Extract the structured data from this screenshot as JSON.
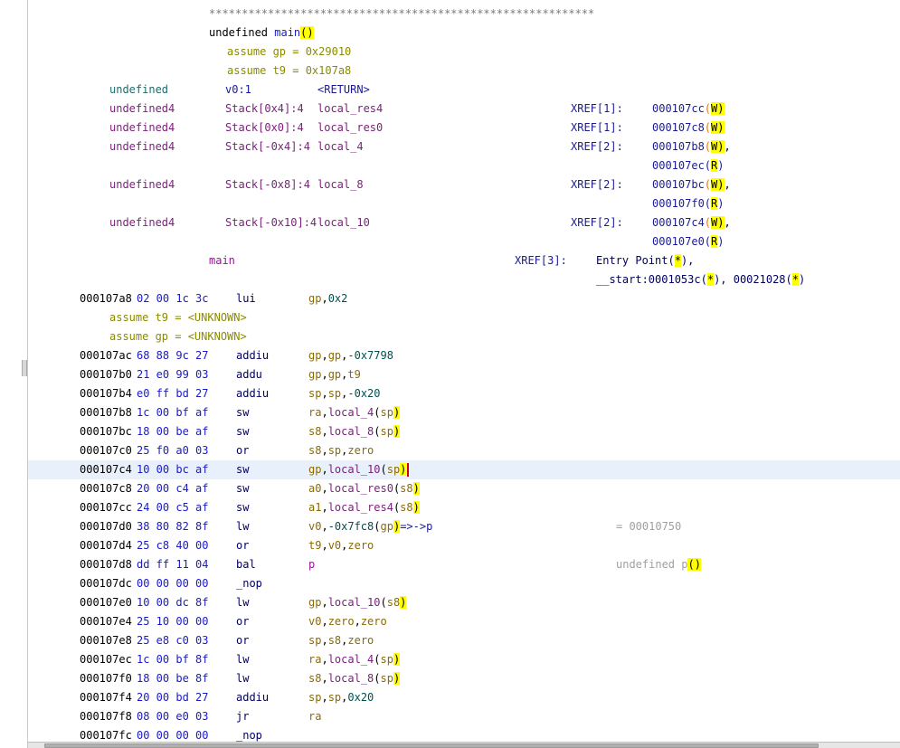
{
  "plate": {
    "stars": "***********************************************************",
    "signature": [
      {
        "text": "undefined ",
        "cls": "k-def"
      },
      {
        "text": "main",
        "cls": "k-fn"
      },
      {
        "text": "()",
        "cls": "hl"
      }
    ],
    "assume_gp": "assume gp = 0x29010",
    "assume_t9": "assume t9 = 0x107a8"
  },
  "vars": [
    {
      "type": "undefined",
      "storage": "v0:1",
      "name": "<RETURN>",
      "xref": "",
      "xaddrs": []
    },
    {
      "type": "undefined4",
      "storage": "Stack[0x4]:4",
      "name": "local_res4",
      "xref": "XREF[1]:",
      "xaddrs": [
        {
          "addr": "000107cc",
          "tag": "W"
        }
      ]
    },
    {
      "type": "undefined4",
      "storage": "Stack[0x0]:4",
      "name": "local_res0",
      "xref": "XREF[1]:",
      "xaddrs": [
        {
          "addr": "000107c8",
          "tag": "W"
        }
      ]
    },
    {
      "type": "undefined4",
      "storage": "Stack[-0x4]:4",
      "name": "local_4",
      "xref": "XREF[2]:",
      "xaddrs": [
        {
          "addr": "000107b8",
          "tag": "W",
          "sep": ","
        },
        {
          "addr": "000107ec",
          "tag": "R"
        }
      ]
    },
    {
      "type": "undefined4",
      "storage": "Stack[-0x8]:4",
      "name": "local_8",
      "xref": "XREF[2]:",
      "xaddrs": [
        {
          "addr": "000107bc",
          "tag": "W",
          "sep": ","
        },
        {
          "addr": "000107f0",
          "tag": "R"
        }
      ]
    },
    {
      "type": "undefined4",
      "storage": "Stack[-0x10]:4",
      "name": "local_10",
      "xref": "XREF[2]:",
      "xaddrs": [
        {
          "addr": "000107c4",
          "tag": "W",
          "sep": ","
        },
        {
          "addr": "000107e0",
          "tag": "R"
        }
      ]
    }
  ],
  "label": {
    "name": "main",
    "xref": "XREF[3]:",
    "refs1": [
      {
        "text": "Entry Point",
        "cls": "k-ep"
      },
      {
        "text": "(",
        "cls": "k-ep"
      },
      {
        "text": "*",
        "cls": "hl"
      },
      {
        "text": "),",
        "cls": "k-ep"
      }
    ],
    "refs2": [
      {
        "text": "__start:0001053c",
        "cls": "k-ep"
      },
      {
        "text": "(",
        "cls": "k-ep"
      },
      {
        "text": "*",
        "cls": "hl"
      },
      {
        "text": "), 00021028",
        "cls": "k-ep"
      },
      {
        "text": "(",
        "cls": "k-ep"
      },
      {
        "text": "*",
        "cls": "hl"
      },
      {
        "text": ")",
        "cls": "k-ep"
      }
    ]
  },
  "instructions": [
    {
      "addr": "000107a8",
      "bytes": "02 00 1c 3c",
      "mn": "lui",
      "ops": [
        {
          "text": "gp",
          "cls": "k-reg"
        },
        {
          "text": ",",
          "cls": "k-def"
        },
        {
          "text": "0x2",
          "cls": "k-imm"
        }
      ]
    },
    {
      "assume": "assume t9 = <UNKNOWN>"
    },
    {
      "assume": "assume gp = <UNKNOWN>"
    },
    {
      "addr": "000107ac",
      "bytes": "68 88 9c 27",
      "mn": "addiu",
      "ops": [
        {
          "text": "gp",
          "cls": "k-reg"
        },
        {
          "text": ",",
          "cls": "k-def"
        },
        {
          "text": "gp",
          "cls": "k-reg"
        },
        {
          "text": ",",
          "cls": "k-def"
        },
        {
          "text": "-0x7798",
          "cls": "k-imm"
        }
      ]
    },
    {
      "addr": "000107b0",
      "bytes": "21 e0 99 03",
      "mn": "addu",
      "ops": [
        {
          "text": "gp",
          "cls": "k-reg"
        },
        {
          "text": ",",
          "cls": "k-def"
        },
        {
          "text": "gp",
          "cls": "k-reg"
        },
        {
          "text": ",",
          "cls": "k-def"
        },
        {
          "text": "t9",
          "cls": "k-reg"
        }
      ]
    },
    {
      "addr": "000107b4",
      "bytes": "e0 ff bd 27",
      "mn": "addiu",
      "ops": [
        {
          "text": "sp",
          "cls": "k-reg"
        },
        {
          "text": ",",
          "cls": "k-def"
        },
        {
          "text": "sp",
          "cls": "k-reg"
        },
        {
          "text": ",",
          "cls": "k-def"
        },
        {
          "text": "-0x20",
          "cls": "k-imm"
        }
      ]
    },
    {
      "addr": "000107b8",
      "bytes": "1c 00 bf af",
      "mn": "sw",
      "ops": [
        {
          "text": "ra",
          "cls": "k-reg"
        },
        {
          "text": ",",
          "cls": "k-def"
        },
        {
          "text": "local_4",
          "cls": "k-var"
        },
        {
          "text": "(",
          "cls": "k-def"
        },
        {
          "text": "sp",
          "cls": "k-reg"
        },
        {
          "text": ")",
          "cls": "hl"
        }
      ]
    },
    {
      "addr": "000107bc",
      "bytes": "18 00 be af",
      "mn": "sw",
      "ops": [
        {
          "text": "s8",
          "cls": "k-reg"
        },
        {
          "text": ",",
          "cls": "k-def"
        },
        {
          "text": "local_8",
          "cls": "k-var"
        },
        {
          "text": "(",
          "cls": "k-def"
        },
        {
          "text": "sp",
          "cls": "k-reg"
        },
        {
          "text": ")",
          "cls": "hl"
        }
      ]
    },
    {
      "addr": "000107c0",
      "bytes": "25 f0 a0 03",
      "mn": "or",
      "ops": [
        {
          "text": "s8",
          "cls": "k-reg"
        },
        {
          "text": ",",
          "cls": "k-def"
        },
        {
          "text": "sp",
          "cls": "k-reg"
        },
        {
          "text": ",",
          "cls": "k-def"
        },
        {
          "text": "zero",
          "cls": "k-reg"
        }
      ]
    },
    {
      "addr": "000107c4",
      "bytes": "10 00 bc af",
      "mn": "sw",
      "current": true,
      "ops": [
        {
          "text": "gp",
          "cls": "k-reg"
        },
        {
          "text": ",",
          "cls": "k-def"
        },
        {
          "text": "local_10",
          "cls": "k-var"
        },
        {
          "text": "(",
          "cls": "k-def"
        },
        {
          "text": "sp",
          "cls": "k-reg"
        },
        {
          "text": ")",
          "cls": "hl"
        }
      ]
    },
    {
      "addr": "000107c8",
      "bytes": "20 00 c4 af",
      "mn": "sw",
      "ops": [
        {
          "text": "a0",
          "cls": "k-reg"
        },
        {
          "text": ",",
          "cls": "k-def"
        },
        {
          "text": "local_res0",
          "cls": "k-var"
        },
        {
          "text": "(",
          "cls": "k-def"
        },
        {
          "text": "s8",
          "cls": "k-reg"
        },
        {
          "text": ")",
          "cls": "hl"
        }
      ]
    },
    {
      "addr": "000107cc",
      "bytes": "24 00 c5 af",
      "mn": "sw",
      "ops": [
        {
          "text": "a1",
          "cls": "k-reg"
        },
        {
          "text": ",",
          "cls": "k-def"
        },
        {
          "text": "local_res4",
          "cls": "k-var"
        },
        {
          "text": "(",
          "cls": "k-def"
        },
        {
          "text": "s8",
          "cls": "k-reg"
        },
        {
          "text": ")",
          "cls": "hl"
        }
      ]
    },
    {
      "addr": "000107d0",
      "bytes": "38 80 82 8f",
      "mn": "lw",
      "comment": "= 00010750",
      "ops": [
        {
          "text": "v0",
          "cls": "k-reg"
        },
        {
          "text": ",",
          "cls": "k-def"
        },
        {
          "text": "-0x7fc8",
          "cls": "k-imm"
        },
        {
          "text": "(",
          "cls": "k-def"
        },
        {
          "text": "gp",
          "cls": "k-reg"
        },
        {
          "text": ")",
          "cls": "hl"
        },
        {
          "text": "=>->p",
          "cls": "k-xa"
        }
      ]
    },
    {
      "addr": "000107d4",
      "bytes": "25 c8 40 00",
      "mn": "or",
      "ops": [
        {
          "text": "t9",
          "cls": "k-reg"
        },
        {
          "text": ",",
          "cls": "k-def"
        },
        {
          "text": "v0",
          "cls": "k-reg"
        },
        {
          "text": ",",
          "cls": "k-def"
        },
        {
          "text": "zero",
          "cls": "k-reg"
        }
      ]
    },
    {
      "addr": "000107d8",
      "bytes": "dd ff 11 04",
      "mn": "bal",
      "comment": "undefined p",
      "comment_hl": "()",
      "ops": [
        {
          "text": "p",
          "cls": "k-label"
        }
      ]
    },
    {
      "addr": "000107dc",
      "bytes": "00 00 00 00",
      "mn": "_nop",
      "ops": []
    },
    {
      "addr": "000107e0",
      "bytes": "10 00 dc 8f",
      "mn": "lw",
      "ops": [
        {
          "text": "gp",
          "cls": "k-reg"
        },
        {
          "text": ",",
          "cls": "k-def"
        },
        {
          "text": "local_10",
          "cls": "k-var"
        },
        {
          "text": "(",
          "cls": "k-def"
        },
        {
          "text": "s8",
          "cls": "k-reg"
        },
        {
          "text": ")",
          "cls": "hl"
        }
      ]
    },
    {
      "addr": "000107e4",
      "bytes": "25 10 00 00",
      "mn": "or",
      "ops": [
        {
          "text": "v0",
          "cls": "k-reg"
        },
        {
          "text": ",",
          "cls": "k-def"
        },
        {
          "text": "zero",
          "cls": "k-reg"
        },
        {
          "text": ",",
          "cls": "k-def"
        },
        {
          "text": "zero",
          "cls": "k-reg"
        }
      ]
    },
    {
      "addr": "000107e8",
      "bytes": "25 e8 c0 03",
      "mn": "or",
      "ops": [
        {
          "text": "sp",
          "cls": "k-reg"
        },
        {
          "text": ",",
          "cls": "k-def"
        },
        {
          "text": "s8",
          "cls": "k-reg"
        },
        {
          "text": ",",
          "cls": "k-def"
        },
        {
          "text": "zero",
          "cls": "k-reg"
        }
      ]
    },
    {
      "addr": "000107ec",
      "bytes": "1c 00 bf 8f",
      "mn": "lw",
      "ops": [
        {
          "text": "ra",
          "cls": "k-reg"
        },
        {
          "text": ",",
          "cls": "k-def"
        },
        {
          "text": "local_4",
          "cls": "k-var"
        },
        {
          "text": "(",
          "cls": "k-def"
        },
        {
          "text": "sp",
          "cls": "k-reg"
        },
        {
          "text": ")",
          "cls": "hl"
        }
      ]
    },
    {
      "addr": "000107f0",
      "bytes": "18 00 be 8f",
      "mn": "lw",
      "ops": [
        {
          "text": "s8",
          "cls": "k-reg"
        },
        {
          "text": ",",
          "cls": "k-def"
        },
        {
          "text": "local_8",
          "cls": "k-var"
        },
        {
          "text": "(",
          "cls": "k-def"
        },
        {
          "text": "sp",
          "cls": "k-reg"
        },
        {
          "text": ")",
          "cls": "hl"
        }
      ]
    },
    {
      "addr": "000107f4",
      "bytes": "20 00 bd 27",
      "mn": "addiu",
      "ops": [
        {
          "text": "sp",
          "cls": "k-reg"
        },
        {
          "text": ",",
          "cls": "k-def"
        },
        {
          "text": "sp",
          "cls": "k-reg"
        },
        {
          "text": ",",
          "cls": "k-def"
        },
        {
          "text": "0x20",
          "cls": "k-imm"
        }
      ]
    },
    {
      "addr": "000107f8",
      "bytes": "08 00 e0 03",
      "mn": "jr",
      "ops": [
        {
          "text": "ra",
          "cls": "k-reg"
        }
      ]
    },
    {
      "addr": "000107fc",
      "bytes": "00 00 00 00",
      "mn": "_nop",
      "ops": []
    }
  ]
}
